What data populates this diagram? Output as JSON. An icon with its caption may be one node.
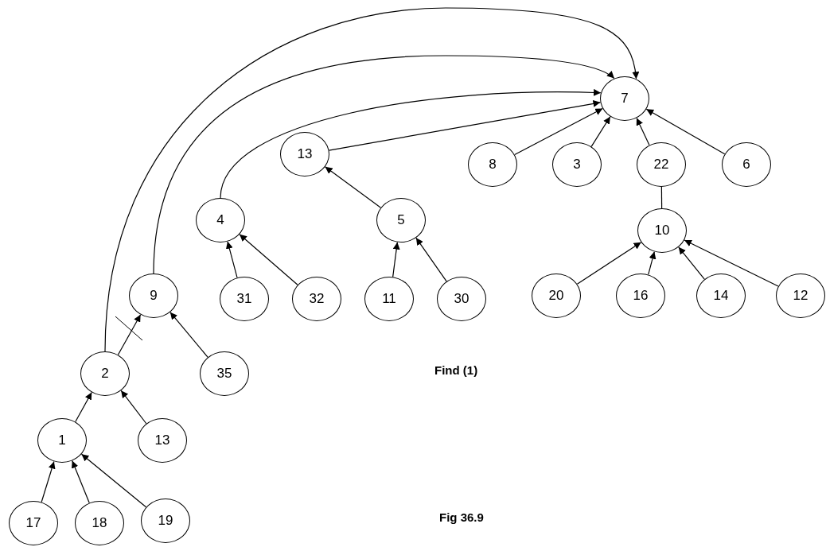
{
  "diagram": {
    "caption": "Fig 36.9",
    "nodes": [
      {
        "text": [
          "7"
        ]
      },
      {
        "text": [
          "13"
        ]
      },
      {
        "text": [
          "8"
        ]
      },
      {
        "text": [
          "3"
        ]
      },
      {
        "text": [
          "22"
        ]
      },
      {
        "text": [
          "6"
        ]
      },
      {
        "text": [
          "4"
        ]
      },
      {
        "text": [
          "5"
        ]
      },
      {
        "text": [
          "10"
        ]
      },
      {
        "text": [
          "9"
        ]
      },
      {
        "text": [
          "31"
        ]
      },
      {
        "text": [
          "32"
        ]
      },
      {
        "text": [
          "11"
        ]
      },
      {
        "text": [
          "30"
        ]
      },
      {
        "text": [
          "20"
        ]
      },
      {
        "text": [
          "16"
        ]
      },
      {
        "text": [
          "14"
        ]
      },
      {
        "text": [
          "12"
        ]
      },
      {
        "text": [
          "2"
        ]
      },
      {
        "text": [
          "35"
        ]
      },
      {
        "text": [
          "1"
        ]
      },
      {
        "text": [
          "13"
        ]
      },
      {
        "text": [
          "17"
        ]
      },
      {
        "text": [
          "18"
        ]
      },
      {
        "text": [
          "19"
        ]
      }
    ],
    "edges": [
      {
        "from": 18,
        "to": 0,
        "arrow": "to"
      },
      {
        "from": 9,
        "to": 0,
        "arrow": "to"
      },
      {
        "from": 6,
        "to": 0,
        "arrow": "to"
      },
      {
        "from": 1,
        "to": 0,
        "arrow": "to"
      },
      {
        "from": 2,
        "to": 0,
        "arrow": "to"
      },
      {
        "from": 3,
        "to": 0,
        "arrow": "to"
      },
      {
        "from": 4,
        "to": 0,
        "arrow": "to"
      },
      {
        "from": 5,
        "to": 0,
        "arrow": "to"
      },
      {
        "from": 7,
        "to": 1,
        "arrow": "to"
      },
      {
        "from": 10,
        "to": 6,
        "arrow": "to"
      },
      {
        "from": 11,
        "to": 6,
        "arrow": "to"
      },
      {
        "from": 12,
        "to": 7,
        "arrow": "to"
      },
      {
        "from": 13,
        "to": 7,
        "arrow": "to"
      },
      {
        "from": 8,
        "to": 4,
        "arrow": "none"
      },
      {
        "from": 14,
        "to": 8,
        "arrow": "to"
      },
      {
        "from": 15,
        "to": 8,
        "arrow": "to"
      },
      {
        "from": 16,
        "to": 8,
        "arrow": "to"
      },
      {
        "from": 17,
        "to": 8,
        "arrow": "to"
      },
      {
        "from": 19,
        "to": 9,
        "arrow": "to"
      },
      {
        "from": 18,
        "to": 9,
        "arrow": "to"
      },
      {
        "from": 20,
        "to": 18,
        "arrow": "to"
      },
      {
        "from": 21,
        "to": 18,
        "arrow": "to"
      },
      {
        "from": 22,
        "to": 20,
        "arrow": "to"
      },
      {
        "from": 23,
        "to": 20,
        "arrow": "to"
      },
      {
        "from": 24,
        "to": 20,
        "arrow": "to"
      }
    ],
    "labels": [
      "Find (1)"
    ]
  }
}
